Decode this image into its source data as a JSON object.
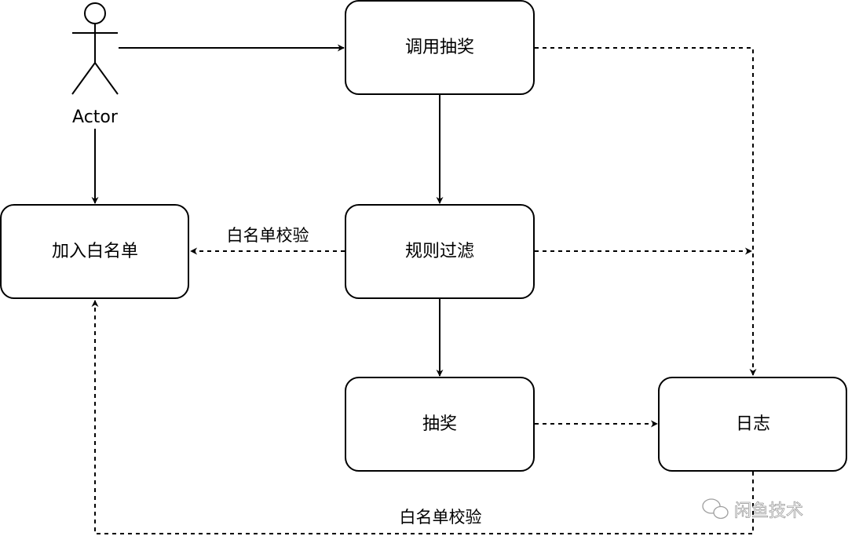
{
  "actor": {
    "label": "Actor"
  },
  "nodes": {
    "invoke_lottery": "调用抽奖",
    "rule_filter": "规则过滤",
    "add_whitelist": "加入白名单",
    "lottery": "抽奖",
    "log": "日志"
  },
  "edges": {
    "whitelist_check_upper": "白名单校验",
    "whitelist_check_lower": "白名单校验"
  },
  "watermark": {
    "text": "闲鱼技术",
    "icon": "wechat-icon"
  }
}
